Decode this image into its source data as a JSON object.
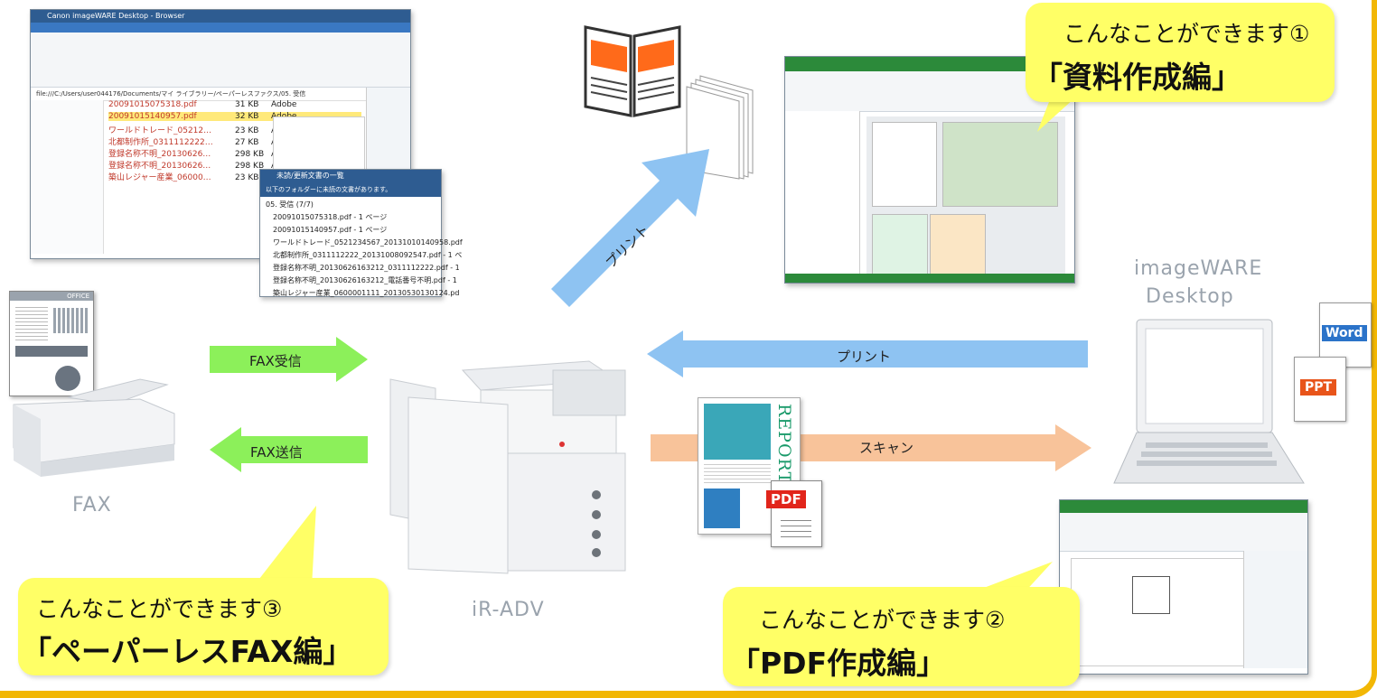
{
  "callouts": {
    "c1": {
      "line1": "こんなことができます①",
      "line2": "「資料作成編」"
    },
    "c2": {
      "line1": "こんなことができます②",
      "line2": "「PDF作成編」"
    },
    "c3": {
      "line1": "こんなことができます③",
      "line2": "「ペーパーレスFAX編」"
    }
  },
  "devices": {
    "fax": "FAX",
    "printer": "iR-ADV",
    "pc": "PC",
    "software": [
      "imageWARE",
      "Desktop"
    ]
  },
  "arrows": {
    "fax_receive": "FAX受信",
    "fax_send": "FAX送信",
    "print_pc": "プリント",
    "scan": "スキャン",
    "print_up": "プリント"
  },
  "file_icons": {
    "word": "Word",
    "ppt": "PPT",
    "pdf": "PDF"
  },
  "report_text": "REPORT",
  "doc_label": "OFFICE",
  "dialog": {
    "title": "未読/更新文書の一覧",
    "header": "以下のフォルダーに未読の文書があります。",
    "folder": "05. 受信 (7/7)",
    "files": [
      "20091015075318.pdf - 1 ページ",
      "20091015140957.pdf - 1 ページ",
      "ワールドトレード_0521234567_20131010140958.pdf",
      "北都制作所_0311112222_20131008092547.pdf - 1 ペ",
      "登録名称不明_20130626163212_0311112222.pdf - 1",
      "登録名称不明_20130626163212_電話番号不明.pdf - 1",
      "築山レジャー産業_0600001111_20130530130124.pd"
    ]
  },
  "explorer": {
    "title": "Canon imageWARE Desktop - Browser",
    "address": "file:///C:/Users/user044176/Documents/マイ ライブラリー/ペーパーレスファクス/05. 受信",
    "files": [
      {
        "name": "20091015075318.pdf",
        "size": "31 KB",
        "type": "Adobe"
      },
      {
        "name": "20091015140957.pdf",
        "size": "32 KB",
        "type": "Adobe"
      },
      {
        "name": "ワールドトレード_05212…",
        "size": "23 KB",
        "type": "Adobe"
      },
      {
        "name": "北都制作所_0311112222…",
        "size": "27 KB",
        "type": "Adobe"
      },
      {
        "name": "登録名称不明_20130626…",
        "size": "298 KB",
        "type": "Adobe"
      },
      {
        "name": "登録名称不明_20130626…",
        "size": "298 KB",
        "type": "Adobe"
      },
      {
        "name": "築山レジャー産業_06000…",
        "size": "23 KB",
        "type": "Adobe"
      }
    ]
  },
  "colors": {
    "frame": "#f2b705",
    "callout": "#ffff66",
    "green_arrow": "#8cf05a",
    "blue_arrow": "#8ec3f2",
    "orange_arrow": "#f8c39a",
    "label_gray": "#9aa3ad"
  }
}
